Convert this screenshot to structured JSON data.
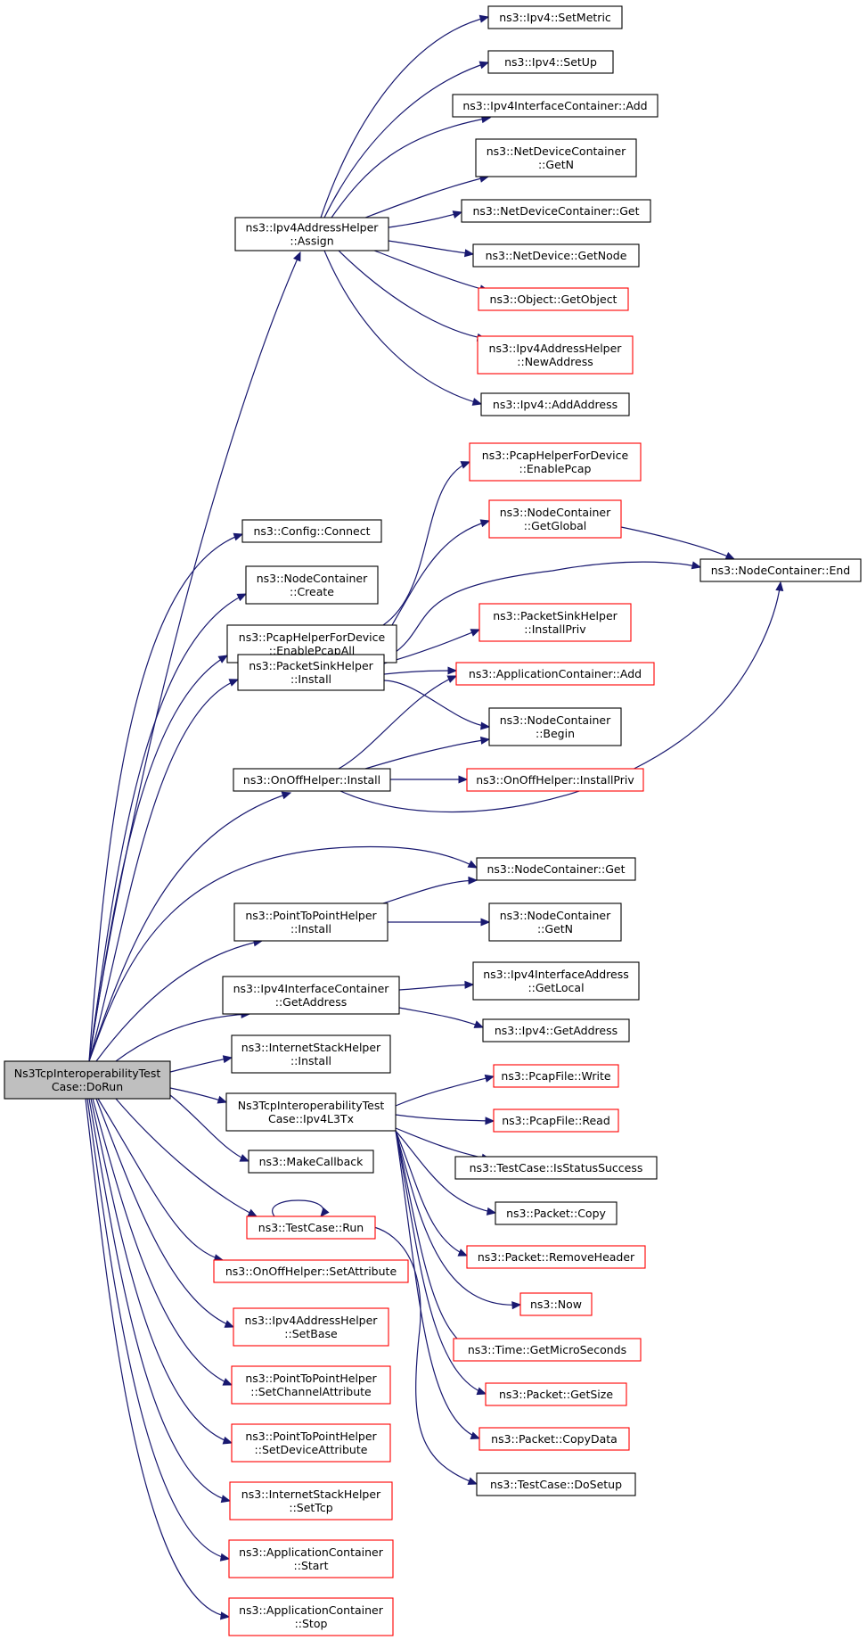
{
  "colors": {
    "edge": "#191970",
    "node_border": "#000000",
    "node_border_incomplete": "#ff0000",
    "root_fill": "#bfbfbf",
    "background": "#ffffff"
  },
  "nodes": [
    {
      "id": "root",
      "lines": [
        "Ns3TcpInteroperabilityTest",
        "Case::DoRun"
      ],
      "style": "root"
    },
    {
      "id": "ipv4-setmetric",
      "lines": [
        "ns3::Ipv4::SetMetric"
      ],
      "style": "normal"
    },
    {
      "id": "ipv4-setup",
      "lines": [
        "ns3::Ipv4::SetUp"
      ],
      "style": "normal"
    },
    {
      "id": "ipv4ic-add",
      "lines": [
        "ns3::Ipv4InterfaceContainer::Add"
      ],
      "style": "normal"
    },
    {
      "id": "ndc-getn",
      "lines": [
        "ns3::NetDeviceContainer",
        "::GetN"
      ],
      "style": "normal"
    },
    {
      "id": "ndc-get",
      "lines": [
        "ns3::NetDeviceContainer::Get"
      ],
      "style": "normal"
    },
    {
      "id": "nd-getnode",
      "lines": [
        "ns3::NetDevice::GetNode"
      ],
      "style": "normal"
    },
    {
      "id": "obj-getobject",
      "lines": [
        "ns3::Object::GetObject"
      ],
      "style": "incomplete"
    },
    {
      "id": "iah-newaddress",
      "lines": [
        "ns3::Ipv4AddressHelper",
        "::NewAddress"
      ],
      "style": "incomplete"
    },
    {
      "id": "ipv4-addaddress",
      "lines": [
        "ns3::Ipv4::AddAddress"
      ],
      "style": "normal"
    },
    {
      "id": "iah-assign",
      "lines": [
        "ns3::Ipv4AddressHelper",
        "::Assign"
      ],
      "style": "normal"
    },
    {
      "id": "phfd-enablepcap",
      "lines": [
        "ns3::PcapHelperForDevice",
        "::EnablePcap"
      ],
      "style": "incomplete"
    },
    {
      "id": "nc-getglobal",
      "lines": [
        "ns3::NodeContainer",
        "::GetGlobal"
      ],
      "style": "incomplete"
    },
    {
      "id": "nc-end",
      "lines": [
        "ns3::NodeContainer::End"
      ],
      "style": "normal"
    },
    {
      "id": "config-connect",
      "lines": [
        "ns3::Config::Connect"
      ],
      "style": "normal"
    },
    {
      "id": "nc-create",
      "lines": [
        "ns3::NodeContainer",
        "::Create"
      ],
      "style": "normal"
    },
    {
      "id": "phfd-enablepcapall",
      "lines": [
        "ns3::PcapHelperForDevice",
        "::EnablePcapAll"
      ],
      "style": "normal"
    },
    {
      "id": "psh-installpriv",
      "lines": [
        "ns3::PacketSinkHelper",
        "::InstallPriv"
      ],
      "style": "incomplete"
    },
    {
      "id": "ac-add",
      "lines": [
        "ns3::ApplicationContainer::Add"
      ],
      "style": "incomplete"
    },
    {
      "id": "psh-install",
      "lines": [
        "ns3::PacketSinkHelper",
        "::Install"
      ],
      "style": "normal"
    },
    {
      "id": "nc-begin",
      "lines": [
        "ns3::NodeContainer",
        "::Begin"
      ],
      "style": "normal"
    },
    {
      "id": "ooh-install",
      "lines": [
        "ns3::OnOffHelper::Install"
      ],
      "style": "normal"
    },
    {
      "id": "ooh-installpriv",
      "lines": [
        "ns3::OnOffHelper::InstallPriv"
      ],
      "style": "incomplete"
    },
    {
      "id": "nc-get",
      "lines": [
        "ns3::NodeContainer::Get"
      ],
      "style": "normal"
    },
    {
      "id": "p2p-install",
      "lines": [
        "ns3::PointToPointHelper",
        "::Install"
      ],
      "style": "normal"
    },
    {
      "id": "nc-getn",
      "lines": [
        "ns3::NodeContainer",
        "::GetN"
      ],
      "style": "normal"
    },
    {
      "id": "ipv4ic-getaddress",
      "lines": [
        "ns3::Ipv4InterfaceContainer",
        "::GetAddress"
      ],
      "style": "normal"
    },
    {
      "id": "ipv4ia-getlocal",
      "lines": [
        "ns3::Ipv4InterfaceAddress",
        "::GetLocal"
      ],
      "style": "normal"
    },
    {
      "id": "ipv4-getaddress",
      "lines": [
        "ns3::Ipv4::GetAddress"
      ],
      "style": "normal"
    },
    {
      "id": "ish-install",
      "lines": [
        "ns3::InternetStackHelper",
        "::Install"
      ],
      "style": "normal"
    },
    {
      "id": "ipv4l3tx",
      "lines": [
        "Ns3TcpInteroperabilityTest",
        "Case::Ipv4L3Tx"
      ],
      "style": "normal"
    },
    {
      "id": "pcap-write",
      "lines": [
        "ns3::PcapFile::Write"
      ],
      "style": "incomplete"
    },
    {
      "id": "pcap-read",
      "lines": [
        "ns3::PcapFile::Read"
      ],
      "style": "incomplete"
    },
    {
      "id": "tc-isstatussuccess",
      "lines": [
        "ns3::TestCase::IsStatusSuccess"
      ],
      "style": "normal"
    },
    {
      "id": "makecallback",
      "lines": [
        "ns3::MakeCallback"
      ],
      "style": "normal"
    },
    {
      "id": "packet-copy",
      "lines": [
        "ns3::Packet::Copy"
      ],
      "style": "normal"
    },
    {
      "id": "tc-run",
      "lines": [
        "ns3::TestCase::Run"
      ],
      "style": "incomplete"
    },
    {
      "id": "packet-removeheader",
      "lines": [
        "ns3::Packet::RemoveHeader"
      ],
      "style": "incomplete"
    },
    {
      "id": "ooh-setattribute",
      "lines": [
        "ns3::OnOffHelper::SetAttribute"
      ],
      "style": "incomplete"
    },
    {
      "id": "now",
      "lines": [
        "ns3::Now"
      ],
      "style": "incomplete"
    },
    {
      "id": "iah-setbase",
      "lines": [
        "ns3::Ipv4AddressHelper",
        "::SetBase"
      ],
      "style": "incomplete"
    },
    {
      "id": "time-getmicroseconds",
      "lines": [
        "ns3::Time::GetMicroSeconds"
      ],
      "style": "incomplete"
    },
    {
      "id": "p2p-setchannelattribute",
      "lines": [
        "ns3::PointToPointHelper",
        "::SetChannelAttribute"
      ],
      "style": "incomplete"
    },
    {
      "id": "packet-getsize",
      "lines": [
        "ns3::Packet::GetSize"
      ],
      "style": "incomplete"
    },
    {
      "id": "p2p-setdeviceattribute",
      "lines": [
        "ns3::PointToPointHelper",
        "::SetDeviceAttribute"
      ],
      "style": "incomplete"
    },
    {
      "id": "packet-copydata",
      "lines": [
        "ns3::Packet::CopyData"
      ],
      "style": "incomplete"
    },
    {
      "id": "tc-dosetup",
      "lines": [
        "ns3::TestCase::DoSetup"
      ],
      "style": "normal"
    },
    {
      "id": "ish-settcp",
      "lines": [
        "ns3::InternetStackHelper",
        "::SetTcp"
      ],
      "style": "incomplete"
    },
    {
      "id": "ac-start",
      "lines": [
        "ns3::ApplicationContainer",
        "::Start"
      ],
      "style": "incomplete"
    },
    {
      "id": "ac-stop",
      "lines": [
        "ns3::ApplicationContainer",
        "::Stop"
      ],
      "style": "incomplete"
    }
  ]
}
